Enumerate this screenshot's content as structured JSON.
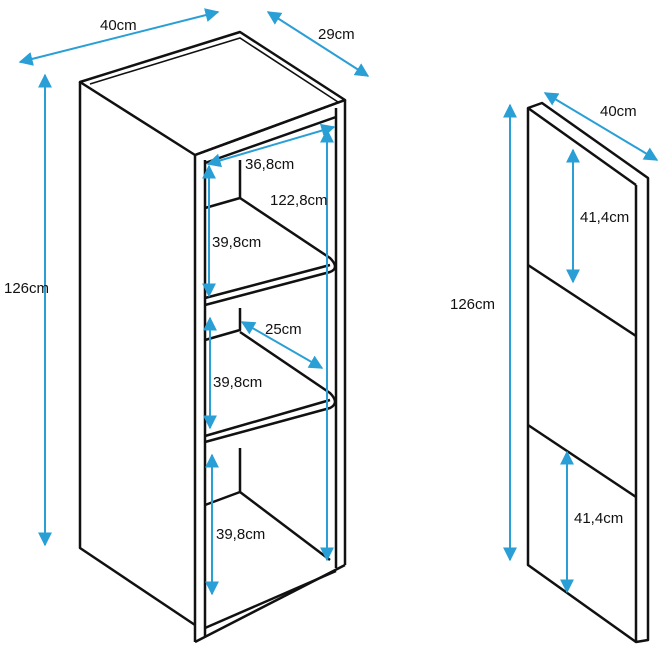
{
  "colors": {
    "dimension_arrow": "#2a9fd6",
    "outline": "#111111"
  },
  "cabinet": {
    "width": "40cm",
    "depth": "29cm",
    "height": "126cm",
    "inner_width": "36,8cm",
    "inner_height": "122,8cm",
    "shelf_depth": "25cm",
    "compartment_top": "39,8cm",
    "compartment_middle": "39,8cm",
    "compartment_bottom": "39,8cm"
  },
  "door": {
    "width": "40cm",
    "height": "126cm",
    "upper_panel": "41,4cm",
    "lower_panel": "41,4cm"
  }
}
